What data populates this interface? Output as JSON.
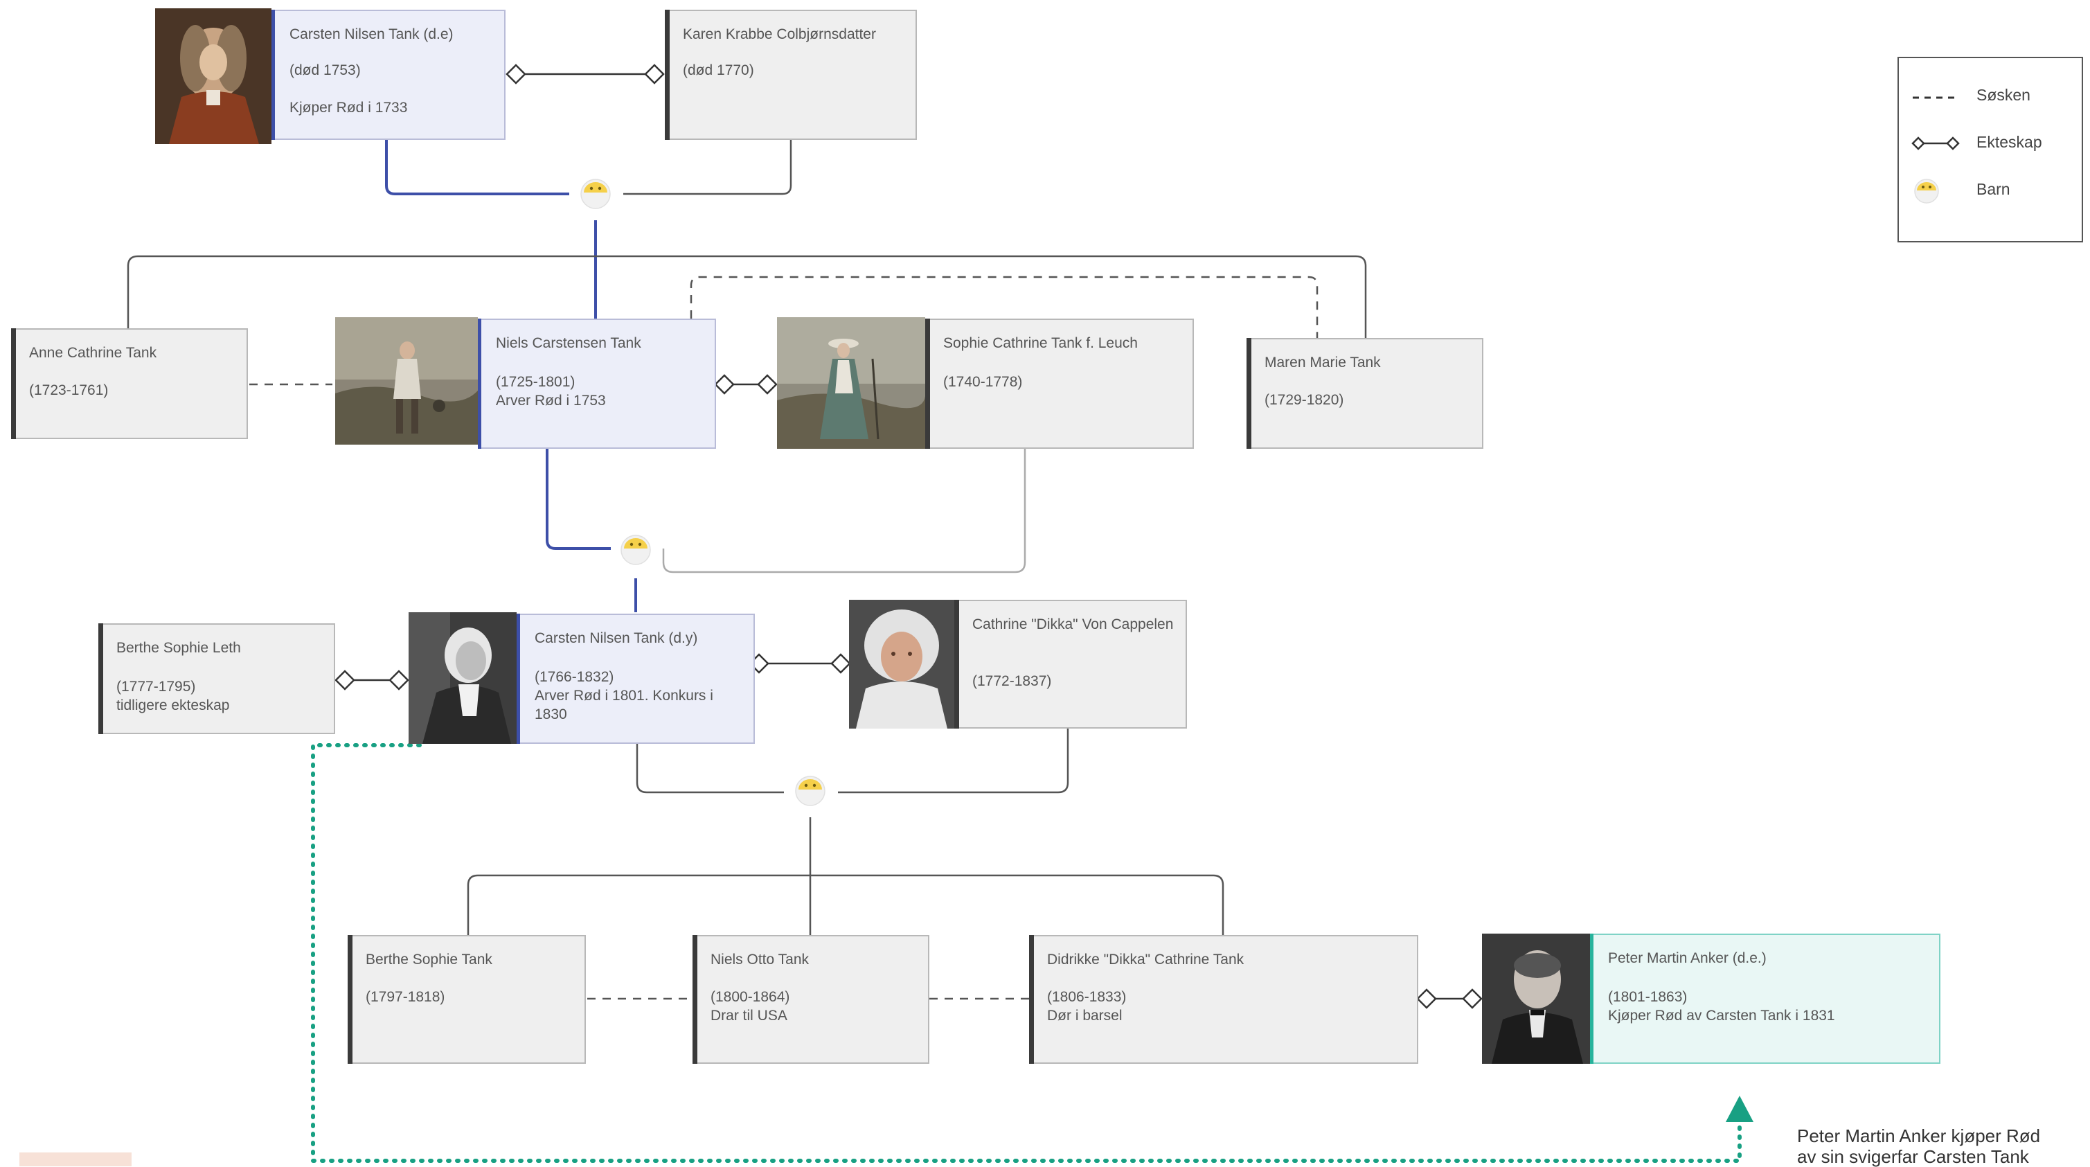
{
  "colors": {
    "ancestor_line": "#3d4fa8",
    "relation_line": "#555555",
    "annotation_arrow": "#18a083",
    "child_icon": "#f5d04a",
    "corner_swatch": "#f7e1d7"
  },
  "legend": {
    "sibling_label": "Søsken",
    "marriage_label": "Ekteskap",
    "child_label": "Barn"
  },
  "people": {
    "carsten_de": {
      "name": "Carsten Nilsen Tank (d.e)",
      "life": "(død 1753)",
      "note": "Kjøper Rød i 1733",
      "portrait": "portrait-man-red-coat"
    },
    "karen": {
      "name": "Karen Krabbe Colbjørnsdatter",
      "life": "(død 1770)"
    },
    "anne": {
      "name": "Anne Cathrine Tank",
      "life": "(1723-1761)"
    },
    "niels": {
      "name": "Niels Carstensen Tank",
      "life": "(1725-1801)",
      "note": "Arver Rød i 1753",
      "portrait": "portrait-man-landscape"
    },
    "sophie": {
      "name": "Sophie Cathrine Tank f. Leuch",
      "life": "(1740-1778)",
      "portrait": "portrait-woman-landscape"
    },
    "maren": {
      "name": "Maren Marie Tank",
      "life": "(1729-1820)"
    },
    "berthe_leth": {
      "name": "Berthe Sophie Leth",
      "life": "(1777-1795)",
      "note": "tidligere ekteskap"
    },
    "carsten_dy": {
      "name": "Carsten Nilsen Tank (d.y)",
      "life": "(1766-1832)",
      "note": "Arver Rød i 1801. Konkurs i 1830",
      "portrait": "portrait-man-engraving"
    },
    "cathrine": {
      "name": "Cathrine \"Dikka\" Von Cappelen",
      "life": "(1772-1837)",
      "portrait": "portrait-woman-bonnet"
    },
    "berthe_tank": {
      "name": "Berthe Sophie Tank",
      "life": "(1797-1818)"
    },
    "niels_otto": {
      "name": "Niels Otto Tank",
      "life": "(1800-1864)",
      "note": "Drar til USA"
    },
    "didrikke": {
      "name": "Didrikke \"Dikka\" Cathrine Tank",
      "life": "(1806-1833)",
      "note": "Dør i barsel"
    },
    "peter": {
      "name": "Peter Martin Anker (d.e.)",
      "life": "(1801-1863)",
      "note": "Kjøper Rød av Carsten Tank i 1831",
      "portrait": "portrait-man-dark-suit"
    }
  },
  "annotation": {
    "line1": "Peter Martin Anker kjøper Rød",
    "line2": "av sin svigerfar Carsten Tank"
  }
}
